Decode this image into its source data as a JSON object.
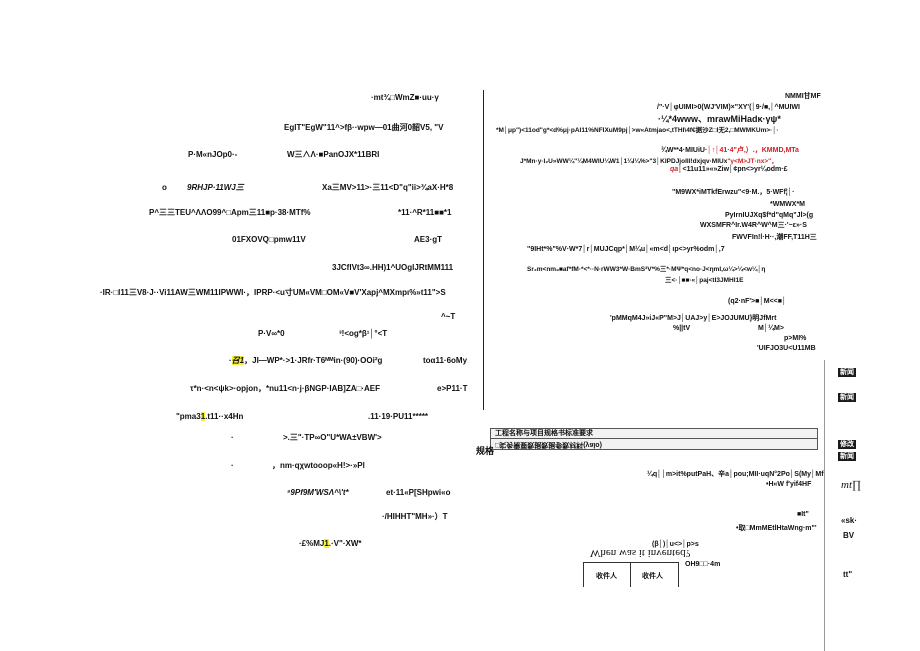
{
  "left_column": {
    "l1": "·mt¾□WmZ■·uu·γ",
    "l2": "EglT\"EgW\"11^>fβ··wpw—01曲河0韶V5, \"V",
    "l3a": "P·M«nJOp0·-",
    "l3b": "W三∧Λ·■PanOJX*11BRI",
    "l4a": "o",
    "l4b": "9RHJP·11WJ三",
    "l4c": "Xa三MV>11>·三11<D\"q\"ii>¾aX·H*8",
    "l5a": "P^三三TEU^ΛΛO99^□Apm三11■p·38·MTf%",
    "l5b": "*11·^R*11■■*1",
    "l6a": "01FXOVQ□pmw11V",
    "l6b": "AE3·gT",
    "l7": "3JCflVt3∞.HH)1^UOglJRtMM111",
    "l8": "·IR·□l11三V8·J··Vi11AW三WM11IPWWI·，IPRP·<u寸UM«VM□OM«V■V'Xapj^MXmpι%»t11\">S",
    "l9": "^~T",
    "l10a": "P·V∞*0",
    "l10b": "³!<og*β¹│°<T",
    "l11a_pre": "·",
    "l11a_hl": "召1",
    "l11a_post": "，JI—WP*·>1·JRfr·T6ᴹᴹin·(90)·OOi²g",
    "l11b": "toα11·6oMy",
    "l12a": "τ*n·<n<ψk>·opjon，*nu11<n·j·βNGP·IAB]ZA□·AEF",
    "l12b": "e>P11·T",
    "l13_pre": "\"pma3",
    "l13_hl": "1",
    "l13_post": ".t11··x4Hn",
    "l13b": ".11·19·PU11*****",
    "l14a": "·",
    "l14b": ">.三\"·TP∞O\"U*WA±VBW'>",
    "l15a": "·",
    "l15b": "，nm·qχwtooop«H!>·»Pl",
    "l16a": "⁹9Pf9M'WSΛ^\\'t*",
    "l16b": "et·11«P[SHpwi«o",
    "l17": "·/HIHHT\"MH»·）T",
    "l18_pre": "·£%MJ",
    "l18_hl": "1",
    "l18_post": ".·V\"·XW*"
  },
  "right_column": {
    "r1": "NMMI甘MF",
    "r2": "/\"·V│φUIMI>0(WJ'VIM)×\"XY'(│9·/■,│^MUIWI",
    "r3": "·¼*4www、mrawMiHadκ·γψ*",
    "r4": "*M│μp\")<11od\"g*<d%μj·pAI11%NFIXuM9pj│>w«Atmjao<,tTHI\\4f€据沙Z□Ⅰ无2,□MWMKUm>·│·",
    "r5a": "¾W**4·MIUiU·",
    "r5b_red": "│↑│41·4\"卢,）.，KMMD,MTa",
    "r6a": "J*Mn·y·I₂U»WW¼\"¼M4WIU¼W1│1¼l¼%>\"3│KIPDJjoIlI!dxjqv·MIUx",
    "r6b_red": "\"γ<M>JT·nx>\"，",
    "r7a_red": "qa",
    "r7b": "│<11u11»«»Ziw│¢pn<>yr¼odm·£",
    "r8": "\"M9WX*iMTkfErwzu\"<9·M.，5·WFf¦│·",
    "r9": "*WMWX*M",
    "r10": "PyIrnIUJXq$f*d\"qMq\"Jl>(g",
    "r11": "WXSMFR^Ir.W4R^W^M三·'~ε»·S",
    "r12": "FWVFIn!l·H··,潮FF,T11H三",
    "r13": "\"9IHt*%\"%V·W*7│r│MUJCqp*│M¼u│«m<d│ιp<>yr%odm│,7",
    "r14": "Sr₂m<nm₉■af*fM·*<*··N·rWW3*W·BmS²V*%三*·MΨ*q<no·J<ηmI,ω¼>¼<w¼│η",
    "r15": "三<·│■■·«│paj<tI3JMHI1E",
    "r16": "(q2·nF'>■│M<<■│",
    "r17": "'pMMqM4J»iJ«P\"M>J│UAJ>y│E>JOJUMU}明JfMrt",
    "r18a": "%||tV",
    "r18b": "M│¼M>",
    "r19": "p>MI%",
    "r20": "'UIFJO3U<U11MB",
    "r21": "¼q││m>it%putPaH、辛a│pou;MII·uqN°2Po│S(My│MfI",
    "r22": "•H«W f'yif4HF",
    "r23": "■It\"",
    "r24": "•取□MmMEtlHtaWng·m\"'",
    "r25": "(β│)│u<>│p>s",
    "r26": "OH9□□·4m",
    "mirror_text": "When was it invented?",
    "box_row1": "工程名称与项目规格书标准要求",
    "box_row2": "□实务需要数据数据参数材料(yalo)",
    "box_left_label": "规格",
    "bottom_box_labels": [
      "收件人",
      "收件人"
    ]
  },
  "far_right": {
    "f1": "mt∏",
    "f2": "«sk·",
    "f3": "BV",
    "f4": "tt\"",
    "bar_labels": [
      "新闻",
      "新闻",
      "修改",
      "新闻"
    ]
  }
}
